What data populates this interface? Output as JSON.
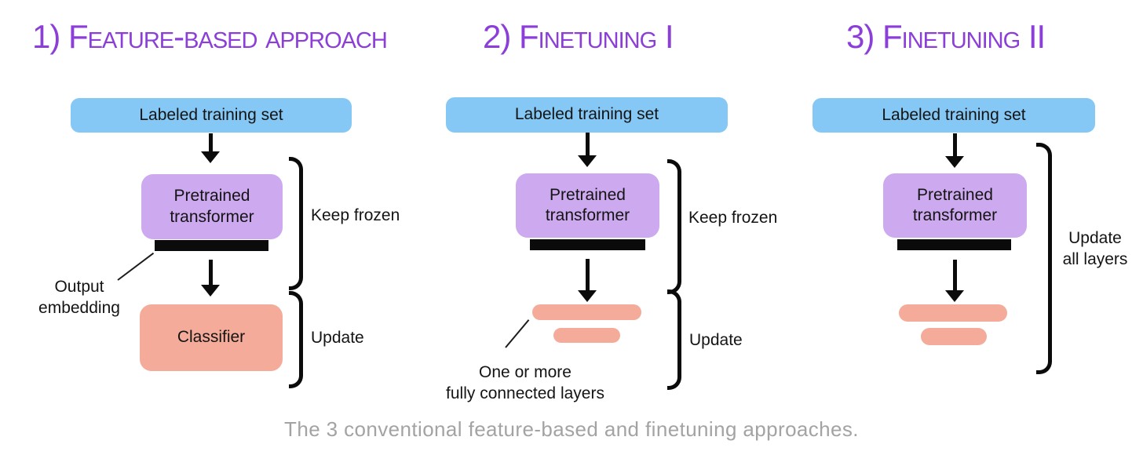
{
  "caption": "The 3 conventional feature-based and finetuning approaches.",
  "colors": {
    "heading_purple": "#8C3ED8",
    "training_set_blue": "#85C8F5",
    "transformer_purple": "#CDA9F0",
    "classifier_salmon": "#F5AB9A",
    "diagram_black": "#0b0b0b",
    "caption_gray": "#A3A3A3"
  },
  "icons": {
    "down_arrow": "↓",
    "brace": "]"
  },
  "panels": [
    {
      "title": "1) Feature-based approach",
      "training_set_box": "Labeled training set",
      "transformer_box": "Pretrained transformer",
      "classifier_box": "Classifier",
      "keep_frozen_label": "Keep frozen",
      "update_label": "Update",
      "annotation_lines": [
        "Output",
        "embedding"
      ]
    },
    {
      "title": "2) Finetuning I",
      "training_set_box": "Labeled training set",
      "transformer_box": "Pretrained transformer",
      "keep_frozen_label": "Keep frozen",
      "update_label": "Update",
      "annotation_lines": [
        "One or more",
        "fully connected layers"
      ]
    },
    {
      "title": "3) Finetuning II",
      "training_set_box": "Labeled training set",
      "transformer_box": "Pretrained transformer",
      "update_label_lines": [
        "Update",
        "all layers"
      ]
    }
  ]
}
